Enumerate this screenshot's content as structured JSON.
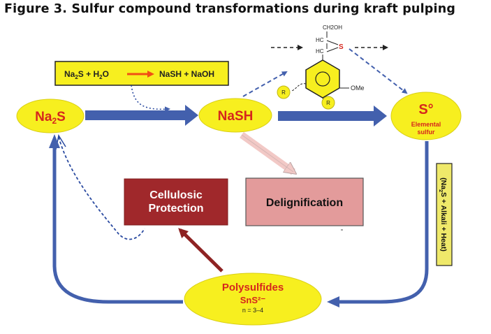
{
  "figure_title": "Figure 3. Sulfur compound transformations during kraft pulping",
  "equation": {
    "parts": [
      "Na",
      "2",
      "S + H",
      "2",
      "O",
      "NaSH + NaOH"
    ]
  },
  "nodes": {
    "na2s": {
      "base": "Na",
      "sub": "2",
      "tail": "S"
    },
    "nash": {
      "label": "NaSH"
    },
    "sulfur": {
      "symbol": "S°",
      "line1": "Elemental",
      "line2": "sulfur"
    },
    "polysulfides": {
      "title": "Polysulfides",
      "formula": "SnS²⁻",
      "n_range": "n = 3–4"
    }
  },
  "boxes": {
    "cellulosic": {
      "line1": "Cellulosic",
      "line2": "Protection"
    },
    "delignification": {
      "label": "Delignification"
    }
  },
  "side_label": {
    "pre": "(Na",
    "sub": "2",
    "post": "S + Alkali + Heat)"
  },
  "molecule": {
    "ch2oh": "CH2OH",
    "hc_top": "HC",
    "hc_bottom": "HC",
    "s": "S",
    "ome": "OMe",
    "r_left": "R",
    "r_bottom": "R"
  },
  "colors": {
    "yellow": "#f7ef1f",
    "blue_arrow": "#4360ad",
    "red_text": "#d6261d",
    "dark_red_box": "#a0282b",
    "pink_box": "#e39b9b",
    "olive_box": "#efe96a",
    "orange_arrow": "#f14f14"
  }
}
